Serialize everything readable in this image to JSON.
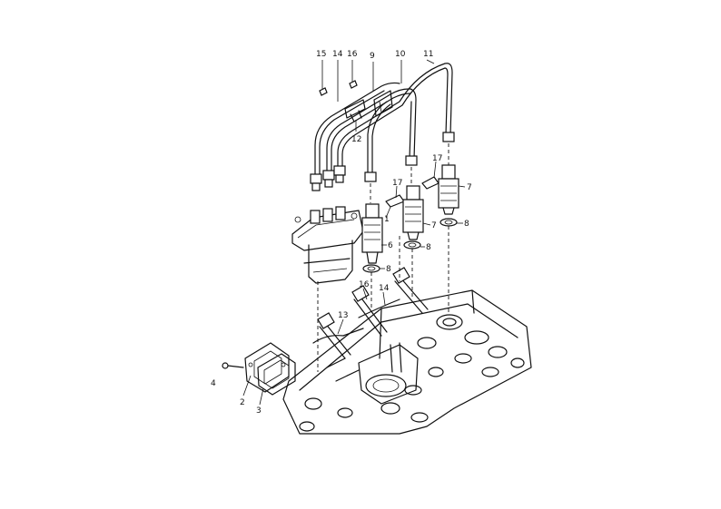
{
  "callouts": [
    {
      "id": "c1",
      "text": "1"
    },
    {
      "id": "c2",
      "text": "2"
    },
    {
      "id": "c3",
      "text": "3"
    },
    {
      "id": "c4",
      "text": "4"
    },
    {
      "id": "c6",
      "text": "6"
    },
    {
      "id": "c7a",
      "text": "7"
    },
    {
      "id": "c7b",
      "text": "7"
    },
    {
      "id": "c8a",
      "text": "8"
    },
    {
      "id": "c8b",
      "text": "8"
    },
    {
      "id": "c8c",
      "text": "8"
    },
    {
      "id": "c9",
      "text": "9"
    },
    {
      "id": "c10",
      "text": "10"
    },
    {
      "id": "c11",
      "text": "11"
    },
    {
      "id": "c12",
      "text": "12"
    },
    {
      "id": "c13",
      "text": "13"
    },
    {
      "id": "c14a",
      "text": "14"
    },
    {
      "id": "c14b",
      "text": "14"
    },
    {
      "id": "c15",
      "text": "15"
    },
    {
      "id": "c16a",
      "text": "16"
    },
    {
      "id": "c16b",
      "text": "16"
    },
    {
      "id": "c17a",
      "text": "17"
    },
    {
      "id": "c17b",
      "text": "17"
    }
  ]
}
